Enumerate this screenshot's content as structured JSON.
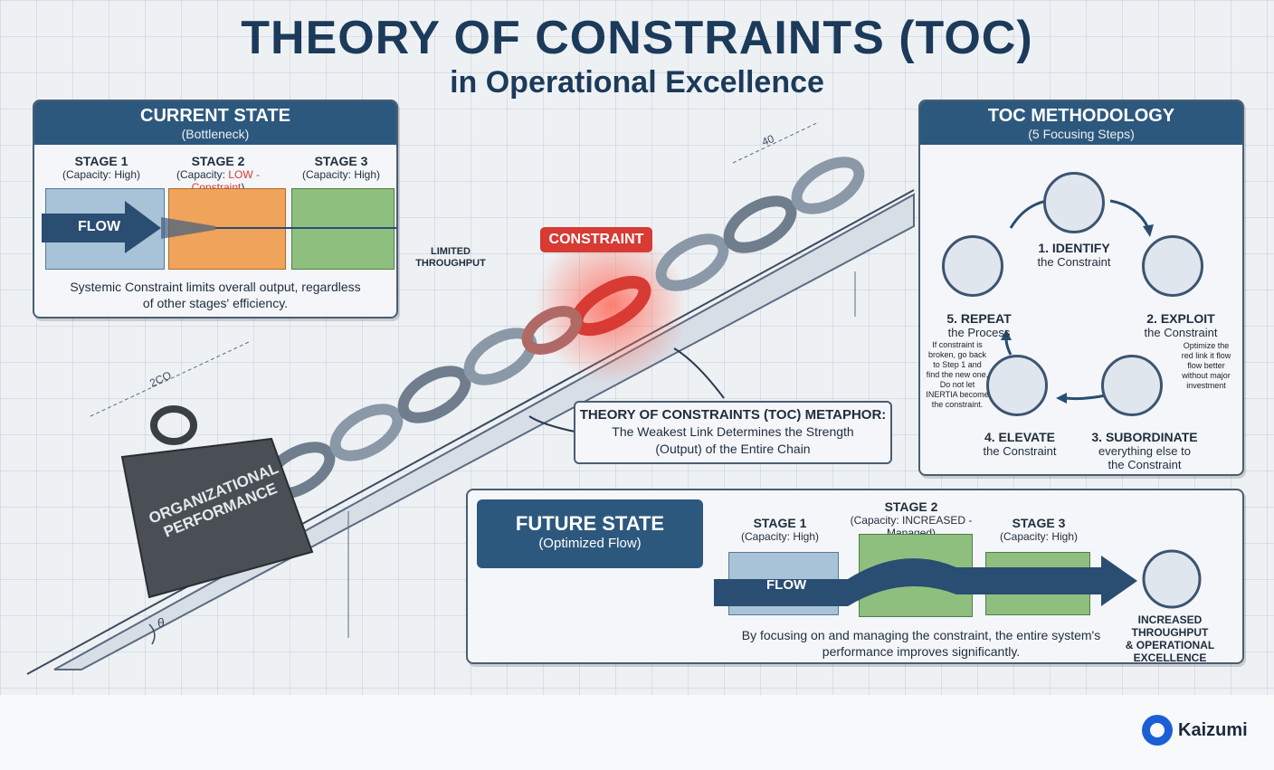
{
  "title": {
    "line1": "THEORY OF CONSTRAINTS (TOC)",
    "line2": "in Operational Excellence"
  },
  "current_state": {
    "title": "CURRENT STATE",
    "subtitle": "(Bottleneck)",
    "stages": [
      {
        "name": "STAGE 1",
        "capacity": "(Capacity: High)"
      },
      {
        "name": "STAGE 2",
        "capacity_prefix": "(Capacity: ",
        "capacity_highlight": "LOW - Constraint",
        "capacity_suffix": ")"
      },
      {
        "name": "STAGE 3",
        "capacity": "(Capacity: High)"
      }
    ],
    "flow_label": "FLOW",
    "throughput_line1": "LIMITED",
    "throughput_line2": "THROUGHPUT",
    "caption_line1": "Systemic Constraint limits overall output, regardless",
    "caption_line2": "of other stages' efficiency."
  },
  "center": {
    "constraint_label": "CONSTRAINT",
    "weight_line1": "ORGANIZATIONAL",
    "weight_line2": "PERFORMANCE",
    "dim_top": "40",
    "dim_left": "2CO",
    "dim_angle": "θ",
    "metaphor_title": "THEORY OF CONSTRAINTS (TOC) METAPHOR:",
    "metaphor_line1": "The Weakest Link Determines the Strength",
    "metaphor_line2": "(Output) of the Entire Chain"
  },
  "methodology": {
    "title": "TOC METHODOLOGY",
    "subtitle": "(5 Focusing Steps)",
    "steps": [
      {
        "num": "1. IDENTIFY",
        "desc": "the Constraint"
      },
      {
        "num": "2. EXPLOIT",
        "desc": "the Constraint"
      },
      {
        "num": "3. SUBORDINATE",
        "desc": "everything else to",
        "desc2": "the Constraint"
      },
      {
        "num": "4. ELEVATE",
        "desc": "the Constraint"
      },
      {
        "num": "5. REPEAT",
        "desc": "the Process"
      }
    ],
    "exploit_note": [
      "Optimize the",
      "red link it flow",
      "flow better",
      "without major",
      "investment"
    ],
    "repeat_note": [
      "If constraint is",
      "broken, go back",
      "to Step 1 and",
      "find the new one.",
      "Do not let",
      "INERTIA become",
      "the constraint."
    ]
  },
  "future_state": {
    "title": "FUTURE STATE",
    "subtitle": "(Optimized Flow)",
    "stages": [
      {
        "name": "STAGE 1",
        "capacity": "(Capacity: High)"
      },
      {
        "name": "STAGE 2",
        "capacity": "(Capacity: INCREASED - Managed)"
      },
      {
        "name": "STAGE 3",
        "capacity": "(Capacity: High)"
      }
    ],
    "flow_label": "FLOW",
    "throughput_line1": "INCREASED THROUGHPUT",
    "throughput_line2": "& OPERATIONAL EXCELLENCE",
    "caption_line1": "By focusing on and managing the constraint, the entire system's",
    "caption_line2": "performance improves significantly."
  },
  "brand": {
    "name": "Kaizumi"
  },
  "colors": {
    "navy": "#2d587e",
    "constraint_red": "#d83a34",
    "stage_green": "#8fbf7f",
    "stage_orange": "#f0a35a",
    "stage_blue": "#a8c3d8",
    "flow_arrow": "#2a4d72"
  }
}
